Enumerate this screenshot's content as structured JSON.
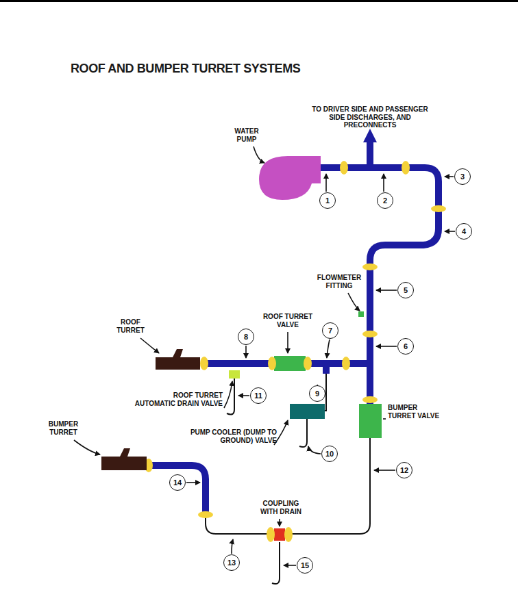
{
  "diagram": {
    "title": "ROOF AND BUMPER TURRET SYSTEMS",
    "labels": [
      "TO DRIVER SIDE AND PASSENGER SIDE DISCHARGES, AND PRECONNECTS",
      "WATER PUMP",
      "1",
      "2",
      "3",
      "4",
      "FLOWMETER FITTING",
      "5",
      "ROOF TURRET VALVE",
      "ROOF TURRET",
      "8",
      "7",
      "6",
      "ROOF TURRET AUTOMATIC DRAIN VALVE",
      "11",
      "9",
      "PUMP COOLER (DUMP TO GROUND) VALVE",
      "10",
      "BUMPER TURRET VALVE",
      "BUMPER TURRET",
      "12",
      "14",
      "COUPLING WITH DRAIN",
      "13",
      "15"
    ]
  }
}
